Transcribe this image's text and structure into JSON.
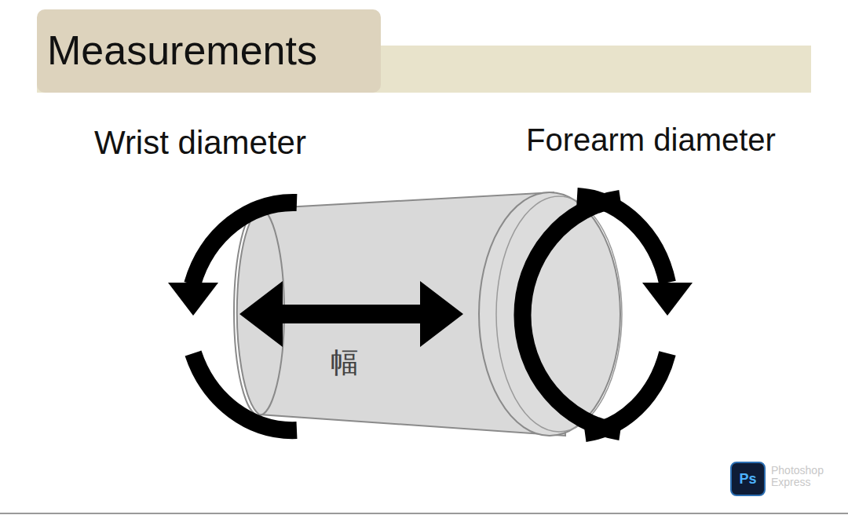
{
  "diagram": {
    "title": "Measurements",
    "nodes": [
      {
        "text": [
          "Ps"
        ]
      }
    ],
    "labels": [
      "Wrist diameter",
      "Forearm diameter",
      "幅",
      "Photoshop Express"
    ]
  }
}
